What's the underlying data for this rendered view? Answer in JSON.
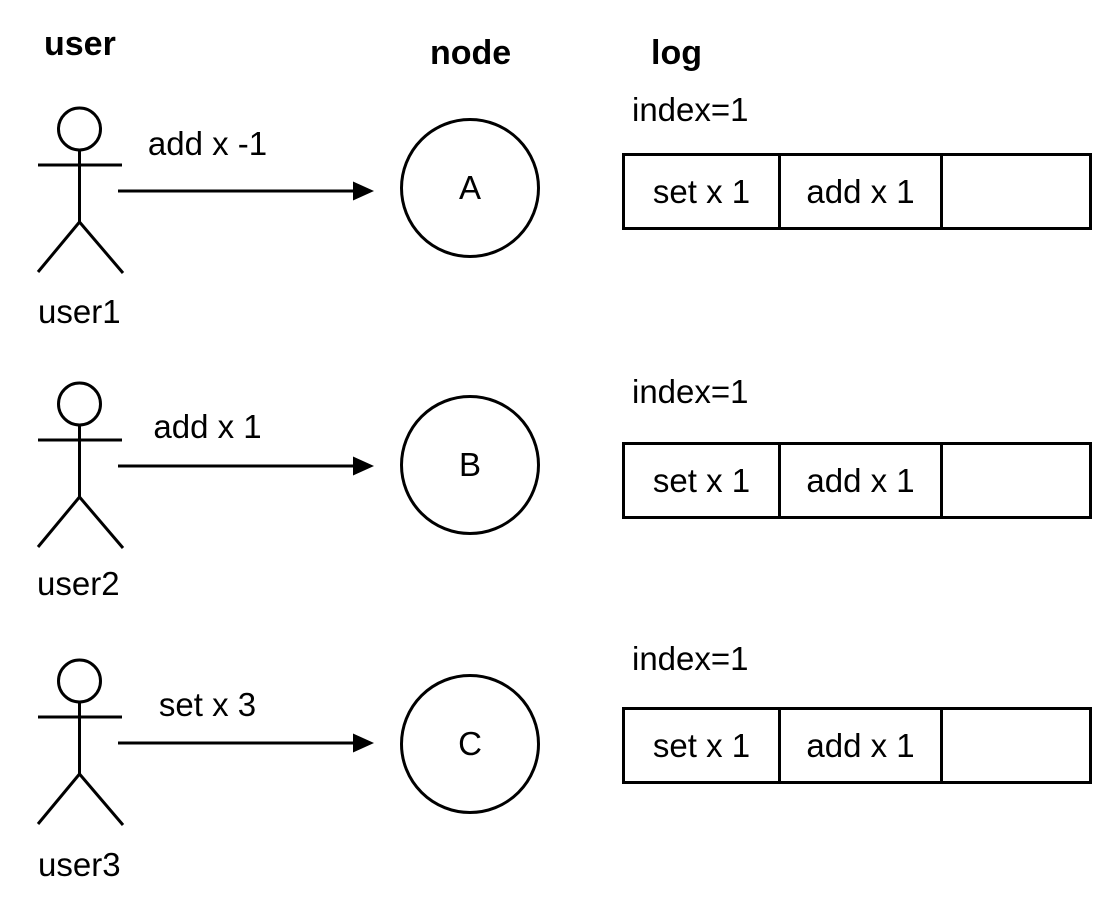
{
  "headers": {
    "user": "user",
    "node": "node",
    "log": "log"
  },
  "rows": [
    {
      "user_label": "user1",
      "message": "add x -1",
      "node_label": "A",
      "log_index": "index=1",
      "log_cells": [
        "set x 1",
        "add x 1",
        ""
      ]
    },
    {
      "user_label": "user2",
      "message": "add x 1",
      "node_label": "B",
      "log_index": "index=1",
      "log_cells": [
        "set x 1",
        "add x 1",
        ""
      ]
    },
    {
      "user_label": "user3",
      "message": "set x 3",
      "node_label": "C",
      "log_index": "index=1",
      "log_cells": [
        "set x 1",
        "add x 1",
        ""
      ]
    }
  ],
  "colors": {
    "stroke": "#000000",
    "background": "#ffffff",
    "text": "#000000"
  }
}
